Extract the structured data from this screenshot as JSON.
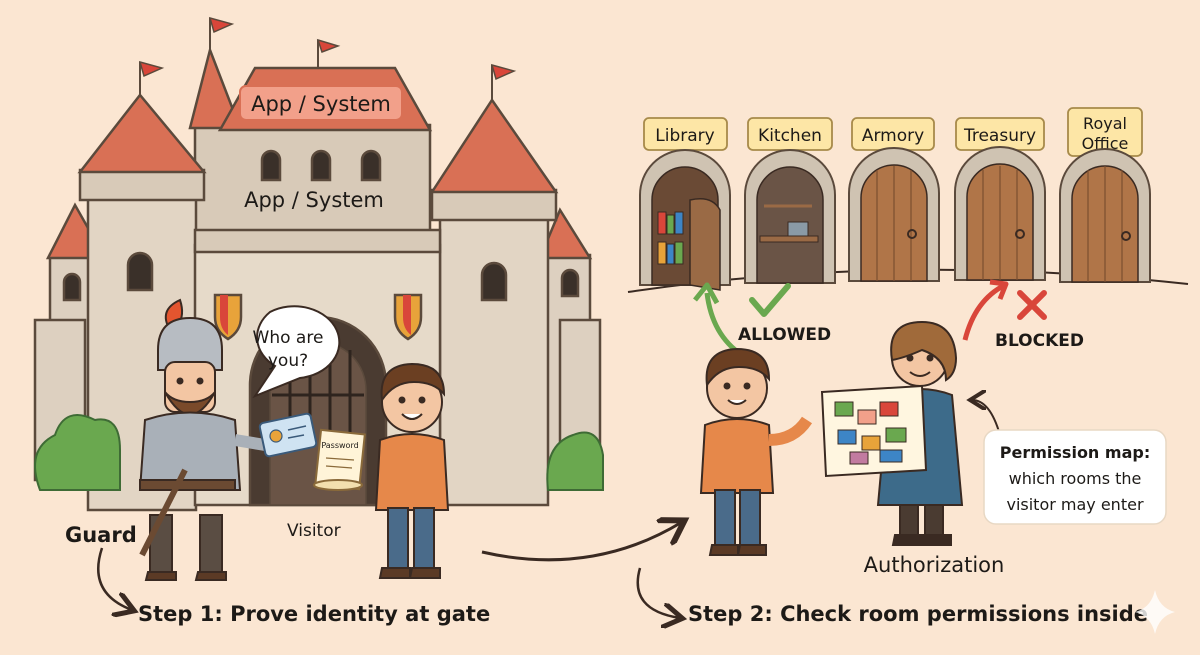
{
  "castle": {
    "banner_label": "App / System",
    "wall_label": "App / System"
  },
  "speech_bubble": {
    "line1": "Who are",
    "line2": "you?"
  },
  "scroll_label": "Password",
  "characters": {
    "guard_label": "Guard",
    "visitor_label": "Visitor",
    "authorization_label": "Authorization"
  },
  "steps": {
    "step1": "Step 1: Prove identity at gate",
    "step2": "Step 2: Check room permissions inside"
  },
  "rooms": [
    {
      "label": "Library"
    },
    {
      "label": "Kitchen"
    },
    {
      "label": "Armory"
    },
    {
      "label": "Treasury"
    },
    {
      "label_line1": "Royal",
      "label_line2": "Office"
    }
  ],
  "status": {
    "allowed": "ALLOWED",
    "blocked": "BLOCKED"
  },
  "permission_note": {
    "title": "Permission map:",
    "line1": "which rooms the",
    "line2": "visitor may enter"
  },
  "colors": {
    "background": "#fbe6d2",
    "stone": "#ddd0c0",
    "roof": "#d97055",
    "allowed_green": "#6aa84f",
    "blocked_red": "#d9463a"
  }
}
